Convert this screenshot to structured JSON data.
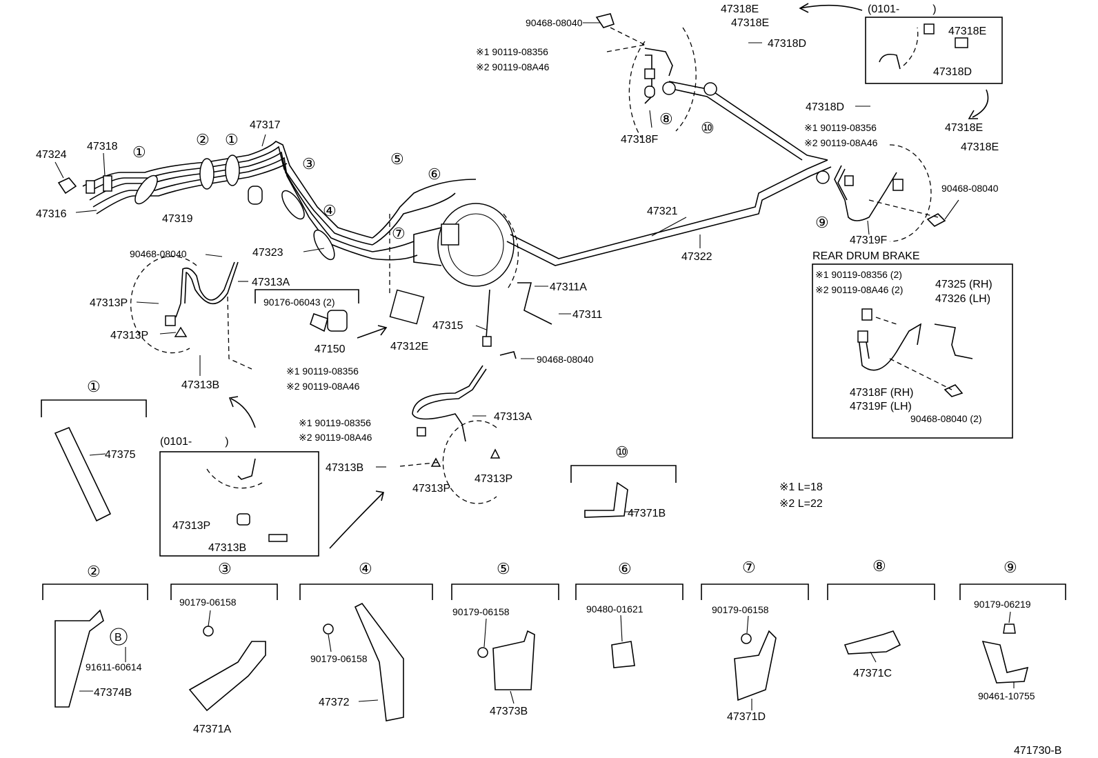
{
  "header": {
    "variant_top_right": "(0101-　　　)",
    "variant_inset": "(0101-　　　)",
    "rear_drum_title": "REAR DRUM BRAKE"
  },
  "notes": {
    "n1": "※1  L=18",
    "n2": "※2  L=22"
  },
  "labels": {
    "p47324": "47324",
    "p47318": "47318",
    "p47316": "47316",
    "p47319": "47319",
    "p47317": "47317",
    "p47323": "47323",
    "p47321": "47321",
    "p47322": "47322",
    "clip_a": "90468-08040",
    "p47313A_top": "47313A",
    "p47313P_a": "47313P",
    "p47313P_b": "47313P",
    "p47313B_a": "47313B",
    "bolt1_a": "※1 90119-08356",
    "bolt2_a": "※2 90119-08A46",
    "nut_47150": "90176-06043 (2)",
    "p47150": "47150",
    "p47312E": "47312E",
    "p47315": "47315",
    "clip_b": "90468-08040",
    "p47311A": "47311A",
    "p47311": "47311",
    "clip_c": "90468-08040",
    "bolt1_b": "※1  90119-08356",
    "bolt2_b": "※2  90119-08A46",
    "p47318E_a": "47318E",
    "p47318E_b": "47318E",
    "p47318D_a": "47318D",
    "p47318F_a": "47318F",
    "p47318E_c": "47318E",
    "p47318D_c": "47318D",
    "p47318D_b": "47318D",
    "bolt1_c": "※1 90119-08356",
    "bolt2_c": "※2 90119-08A46",
    "p47318E_d": "47318E",
    "p47318E_e": "47318E",
    "clip_d": "90468-08040",
    "p47319F": "47319F",
    "bolt1_d": "※1 90119-08356",
    "bolt2_d": "※2 90119-08A46",
    "p47313A_b": "47313A",
    "p47313B_b": "47313B",
    "p47313P_c": "47313P",
    "p47313P_d": "47313P",
    "p47313P_e": "47313P",
    "p47313B_c": "47313B",
    "rd_bolt1": "※1 90119-08356 (2)",
    "rd_bolt2": "※2 90119-08A46 (2)",
    "rd_47325": "47325 (RH)",
    "rd_47326": "47326 (LH)",
    "rd_47318F": "47318F (RH)",
    "rd_47319F": "47319F (LH)",
    "rd_clip": "90468-08040 (2)",
    "c1_part": "47375",
    "c10_part": "47371B",
    "c2_b": "B",
    "c2_bolt": "91611-60614",
    "c2_part": "47374B",
    "c3_nut": "90179-06158",
    "c3_part": "47371A",
    "c4_nut": "90179-06158",
    "c4_part": "47372",
    "c5_nut": "90179-06158",
    "c5_part": "47373B",
    "c6_part": "90480-01621",
    "c7_nut": "90179-06158",
    "c7_part": "47371D",
    "c8_part": "47371C",
    "c9_nut": "90179-06219",
    "c9_part": "90461-10755",
    "diagram_id": "471730-B"
  },
  "callouts": {
    "c1": "①",
    "c2": "②",
    "c3": "③",
    "c4": "④",
    "c5": "⑤",
    "c6": "⑥",
    "c7": "⑦",
    "c8": "⑧",
    "c9": "⑨",
    "c10": "⑩"
  }
}
